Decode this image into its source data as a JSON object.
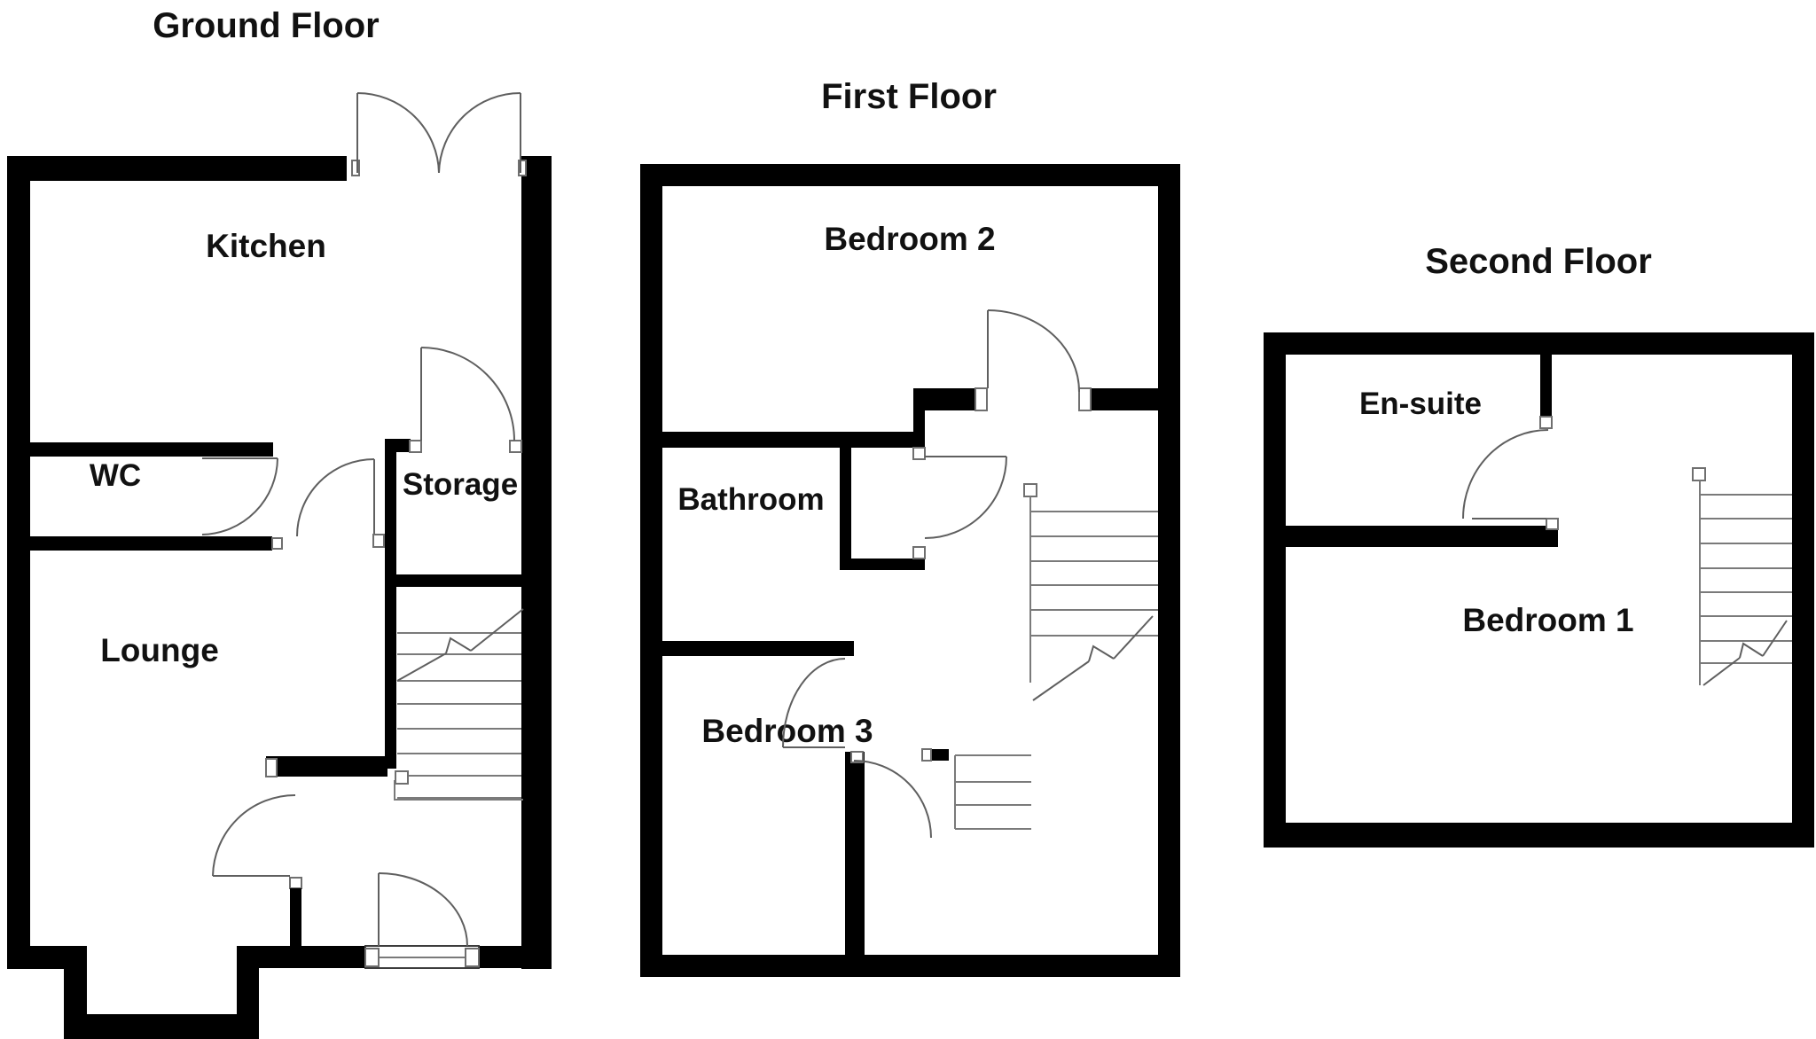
{
  "document": {
    "type": "floorplan",
    "background": "#ffffff",
    "wall_color": "#000000",
    "line_color": "#5f5f5f"
  },
  "floors": [
    {
      "title": "Ground Floor",
      "rooms": [
        {
          "label": "Kitchen"
        },
        {
          "label": "WC"
        },
        {
          "label": "Storage"
        },
        {
          "label": "Lounge"
        }
      ]
    },
    {
      "title": "First Floor",
      "rooms": [
        {
          "label": "Bedroom 2"
        },
        {
          "label": "Bathroom"
        },
        {
          "label": "Bedroom 3"
        }
      ]
    },
    {
      "title": "Second Floor",
      "rooms": [
        {
          "label": "En-suite"
        },
        {
          "label": "Bedroom 1"
        }
      ]
    }
  ]
}
